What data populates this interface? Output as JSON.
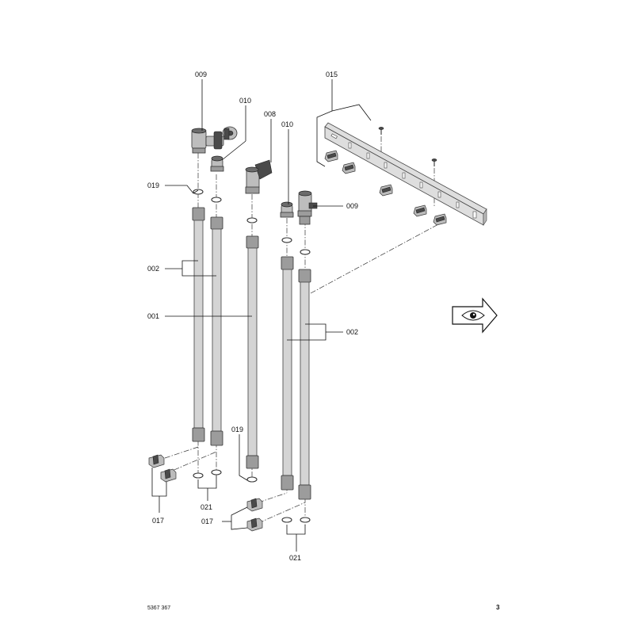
{
  "callouts": {
    "c009a": "009",
    "c010a": "010",
    "c008": "008",
    "c010b": "010",
    "c015": "015",
    "c009b": "009",
    "c019a": "019",
    "c002a": "002",
    "c001": "001",
    "c002b": "002",
    "c019b": "019",
    "c021a": "021",
    "c017a": "017",
    "c017b": "017",
    "c021b": "021"
  },
  "footer": {
    "doc_number": "5367 367",
    "page_number": "3"
  },
  "icons": {
    "view_direction": "eye-arrow-icon"
  }
}
